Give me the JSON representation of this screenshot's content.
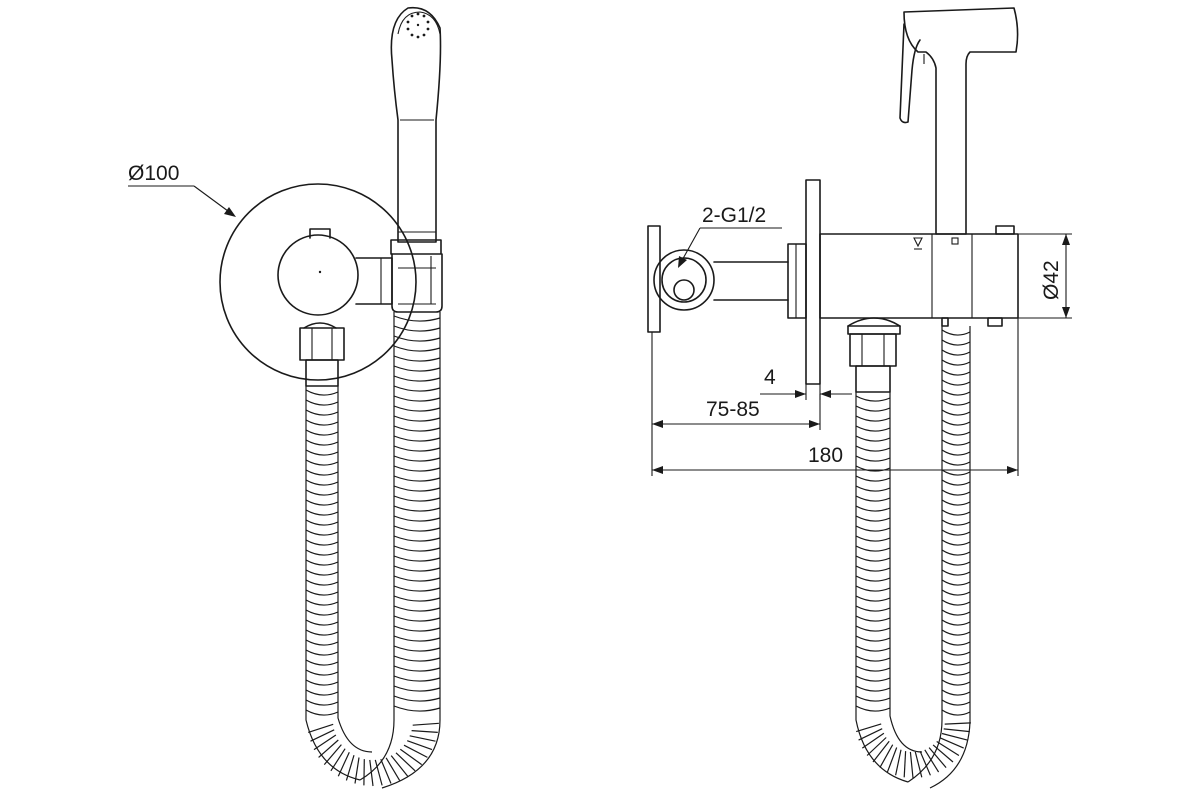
{
  "dimensions": {
    "plate_diameter": "Ø100",
    "thread": "2-G1/2",
    "body_diameter": "Ø42",
    "plate_thickness": "4",
    "wall_depth": "75-85",
    "total_length": "180"
  },
  "colors": {
    "line": "#1a1a1a",
    "background": "#ffffff"
  }
}
